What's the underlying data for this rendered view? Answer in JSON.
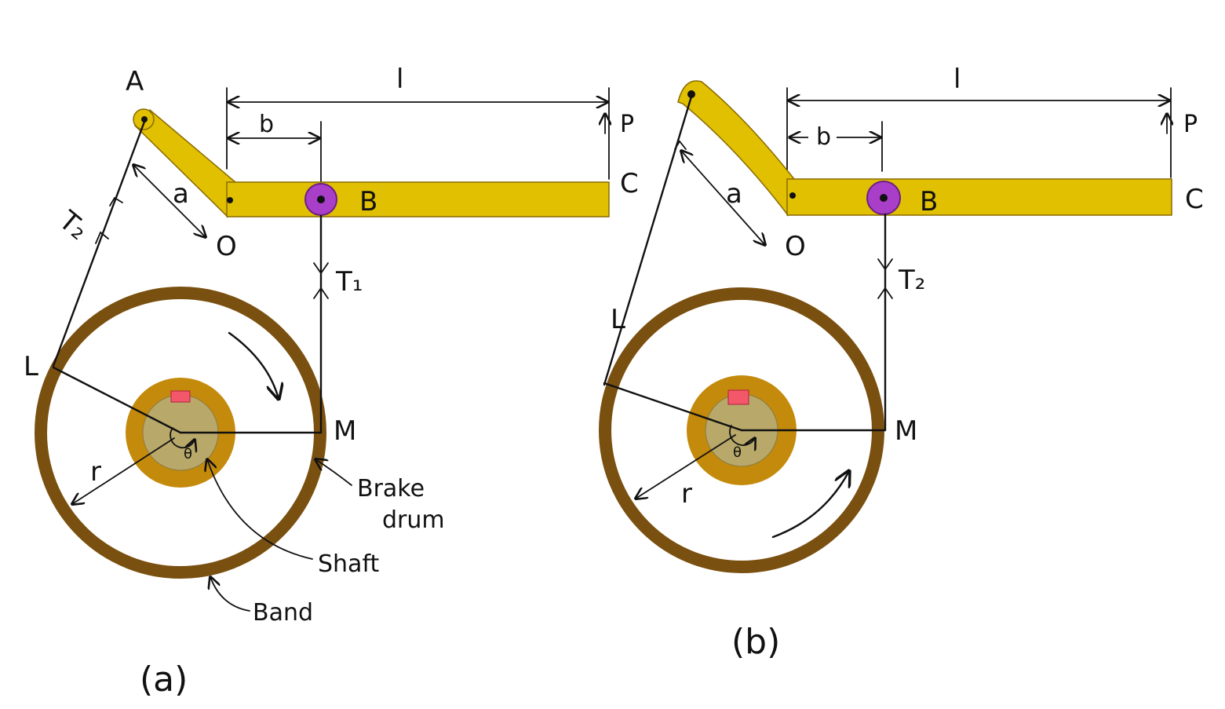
{
  "colors": {
    "lever": "#e0c000",
    "lever_edge": "#8a6a00",
    "pivot_b": "#a93ec9",
    "band": "#7a5010",
    "hub_outer": "#c48a0c",
    "shaft": "#b8a86a",
    "key": "#f2586a",
    "ink": "#111111"
  },
  "figure_a": {
    "label_A": "A",
    "label_O": "O",
    "label_B": "B",
    "label_C": "C",
    "label_L": "L",
    "label_M": "M",
    "label_P": "P",
    "label_a": "a",
    "label_b": "b",
    "label_l": "l",
    "label_r": "r",
    "label_theta": "θ",
    "tension_left": "T₂",
    "tension_right": "T₁",
    "callout_brake": "Brake",
    "callout_drum": "drum",
    "callout_shaft": "Shaft",
    "callout_band": "Band",
    "caption": "(a)",
    "rotation": "clockwise"
  },
  "figure_b": {
    "label_O": "O",
    "label_B": "B",
    "label_C": "C",
    "label_L": "L",
    "label_M": "M",
    "label_P": "P",
    "label_a": "a",
    "label_b": "b",
    "label_l": "l",
    "label_r": "r",
    "label_theta": "θ",
    "tension_right": "T₂",
    "caption": "(b)",
    "rotation": "counter-clockwise"
  },
  "icons": [
    "arrow-icon",
    "pivot-icon"
  ]
}
